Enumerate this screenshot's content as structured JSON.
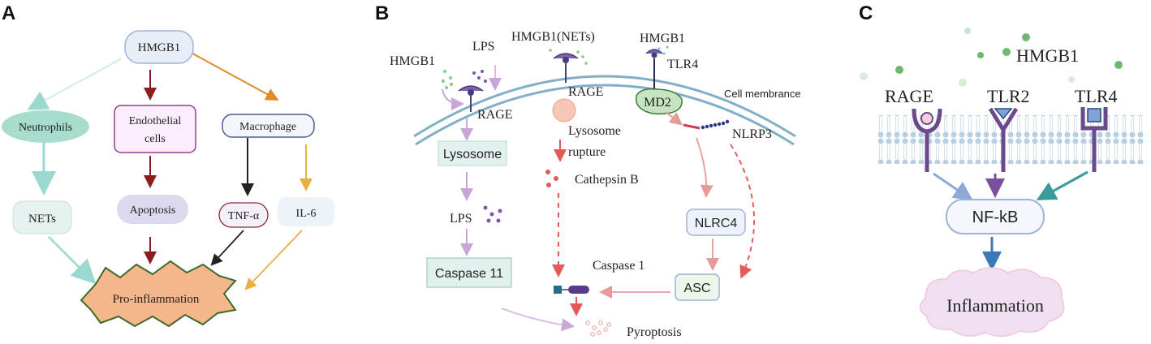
{
  "panels": {
    "a": {
      "letter": "A",
      "hmgb1": "HMGB1",
      "neutrophils": "Neutrophils",
      "endothelial_line1": "Endothelial",
      "endothelial_line2": "cells",
      "macrophage": "Macrophage",
      "nets": "NETs",
      "apoptosis": "Apoptosis",
      "tnf": "TNF-α",
      "il6": "IL-6",
      "pro_inflammation": "Pro-inflammation"
    },
    "b": {
      "letter": "B",
      "hmgb1_left": "HMGB1",
      "lps_top": "LPS",
      "hmgb1_nets": "HMGB1(NETs)",
      "hmgb1_right": "HMGB1",
      "tlr4": "TLR4",
      "rage_left": "RAGE",
      "rage_mid": "RAGE",
      "md2": "MD2",
      "cell_membrance": "Cell membrance",
      "nlrp3": "NLRP3",
      "lysosome": "Lysosome",
      "lysosome_rupture_1": "Lysosome",
      "lysosome_rupture_2": "rupture",
      "cathepsin_b": "Cathepsin B",
      "lps_mid": "LPS",
      "nlrc4": "NLRC4",
      "caspase11": "Caspase 11",
      "caspase1": "Caspase 1",
      "asc": "ASC",
      "pyroptosis": "Pyroptosis"
    },
    "c": {
      "letter": "C",
      "hmgb1": "HMGB1",
      "rage": "RAGE",
      "tlr2": "TLR2",
      "tlr4": "TLR4",
      "nfkb": "NF-kB",
      "inflammation": "Inflammation"
    }
  },
  "colors": {
    "hmgb1_box_fill": "#e8eef8",
    "hmgb1_box_stroke": "#9fb3d6",
    "neutrophil_fill": "#a8dccd",
    "endo_stroke": "#9b3b8f",
    "endo_fill": "#fbeefc",
    "macrophage_stroke": "#4f5d8c",
    "apoptosis_fill": "#dcd8ee",
    "nets_fill": "#e6f2ef",
    "star_fill": "#f4b68a",
    "star_stroke": "#3f6b2a",
    "arrow_red": "#8b1d1d",
    "arrow_orange": "#e08a2a",
    "arrow_teal": "#9ad8d0",
    "arrow_yellow": "#e8b040",
    "box_b_fill": "#e2f1ee",
    "box_b_stroke": "#9cc7c0",
    "membrane": "#7fb0c7",
    "nfkb_stroke": "#9fb3d6",
    "cloud_fill": "#efdff0",
    "receptor_purple": "#6a4a8c"
  }
}
